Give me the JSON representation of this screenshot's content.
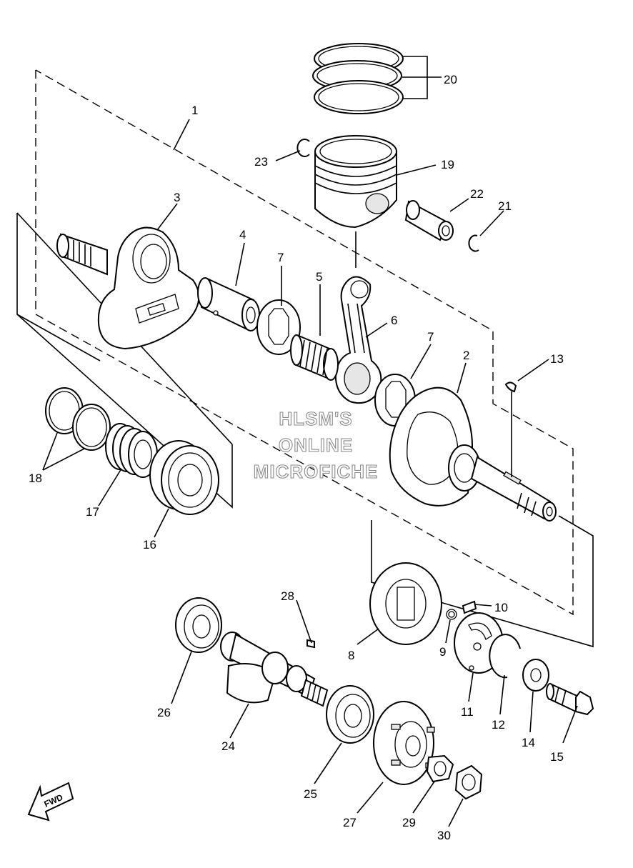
{
  "watermark": {
    "line1": "HLSM'S",
    "line2": "ONLINE",
    "line3": "MICROFICHE",
    "color": "#8a8a8a"
  },
  "direction_marker": {
    "text": "FWD",
    "icon": "arrow-icon"
  },
  "callouts": {
    "p1": "1",
    "p2": "2",
    "p3": "3",
    "p4": "4",
    "p5": "5",
    "p6": "6",
    "p7a": "7",
    "p7b": "7",
    "p8": "8",
    "p9": "9",
    "p10": "10",
    "p11": "11",
    "p12": "12",
    "p13": "13",
    "p14": "14",
    "p15": "15",
    "p16": "16",
    "p17": "17",
    "p18": "18",
    "p19": "19",
    "p20": "20",
    "p21": "21",
    "p22": "22",
    "p23": "23",
    "p24": "24",
    "p25": "25",
    "p26": "26",
    "p27": "27",
    "p28": "28",
    "p29": "29",
    "p30": "30"
  }
}
